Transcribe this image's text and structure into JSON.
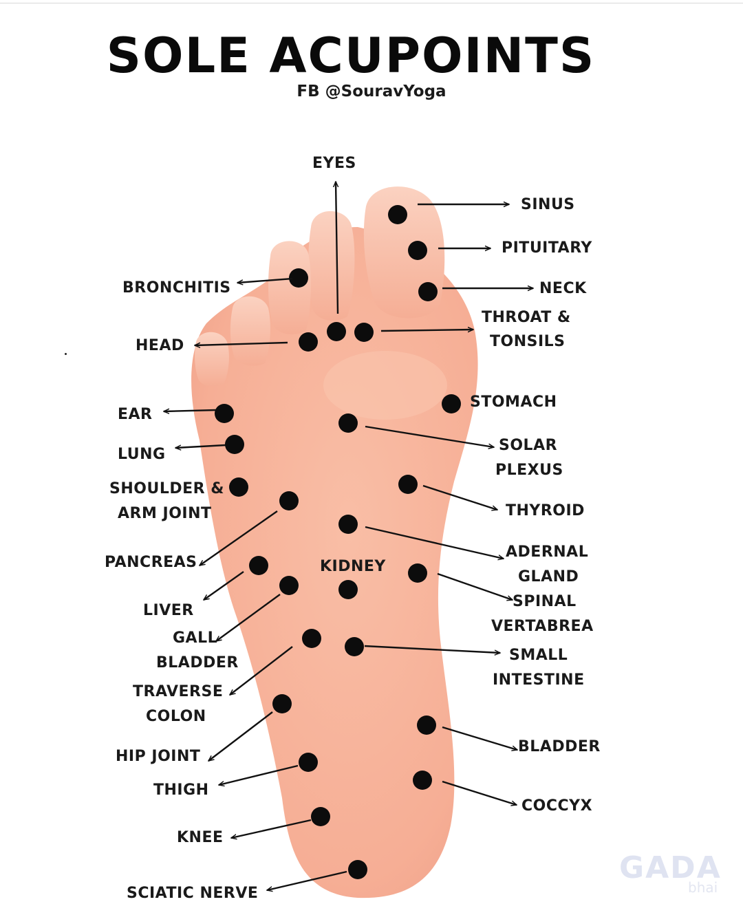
{
  "title": "SOLE ACUPOINTS",
  "subtitle": "FB @SouravYoga",
  "labels": {
    "eyes": "EYES",
    "sinus": "SINUS",
    "pituitary": "PITUITARY",
    "neck": "NECK",
    "throat_1": "THROAT &",
    "throat_2": "TONSILS",
    "bronchitis": "BRONCHITIS",
    "head": "HEAD",
    "stomach": "STOMACH",
    "ear": "EAR",
    "lung": "LUNG",
    "solar_1": "SOLAR",
    "solar_2": "PLEXUS",
    "shoulder_1": "SHOULDER &",
    "shoulder_2": "ARM JOINT",
    "thyroid": "THYROID",
    "adrenal_1": "ADERNAL",
    "adrenal_2": "GLAND",
    "pancreas": "PANCREAS",
    "kidney": "KIDNEY",
    "spinal_1": "SPINAL",
    "spinal_2": "VERTABREA",
    "liver": "LIVER",
    "gall_1": "GALL",
    "gall_2": "BLADDER",
    "small_1": "SMALL",
    "small_2": "INTESTINE",
    "colon_1": "TRAVERSE",
    "colon_2": "COLON",
    "bladder": "BLADDER",
    "hip": "HIP JOINT",
    "thigh": "THIGH",
    "coccyx": "COCCYX",
    "knee": "KNEE",
    "sciatic": "SCIATIC NERVE"
  },
  "watermark": {
    "brand": "GADA",
    "sub": "bhai"
  },
  "colors": {
    "skin": "#f6b29b",
    "skin_light": "#fbcdb9",
    "skin_dark": "#ea9a82",
    "dot": "#0c0c0c",
    "arrow": "#111111",
    "text": "#1a1a1a"
  }
}
